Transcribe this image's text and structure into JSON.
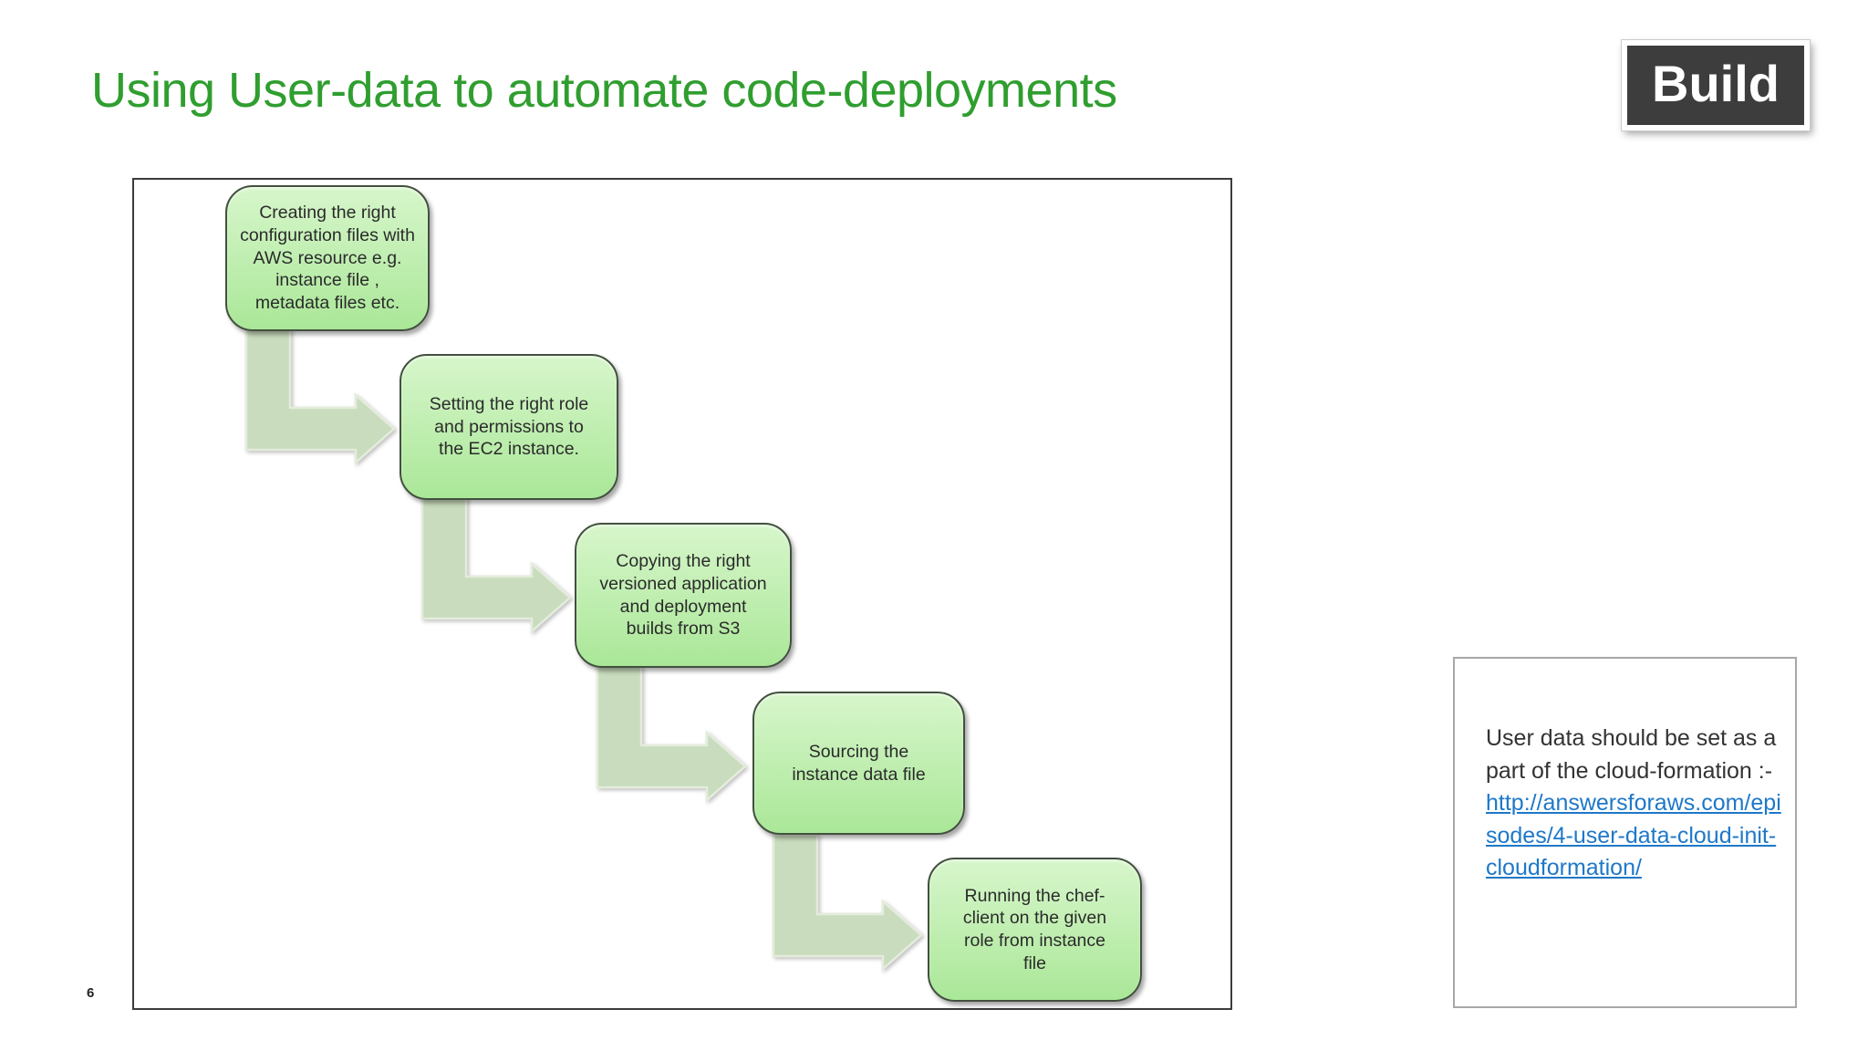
{
  "slide": {
    "title": "Using User-data to automate code-deployments",
    "page_number": "6",
    "logo_text": "Build"
  },
  "flowchart": {
    "steps": [
      {
        "label": "Creating the right configuration files with AWS resource e.g. instance file , metadata files etc."
      },
      {
        "label": "Setting the right role and permissions to the EC2 instance."
      },
      {
        "label": "Copying the right versioned application and deployment builds from S3"
      },
      {
        "label": "Sourcing the instance data file"
      },
      {
        "label": "Running the chef-client on the given role from instance file"
      }
    ]
  },
  "note_panel": {
    "text": "User data should be set as a part of the cloud-formation :-",
    "link_text": "http://answersforaws.com/episodes/4-user-data-cloud-init-cloudformation/"
  },
  "colors": {
    "title_green": "#2f9e2f",
    "box_gradient_top": "#d7f6cb",
    "box_gradient_bottom": "#aae798",
    "box_border": "#42503f",
    "arrow_fill": "#c9dcbd",
    "arrow_stroke": "#e4ecdc",
    "container_border": "#3c3c3c",
    "panel_border": "#a8a8a8",
    "link_blue": "#1e78c8",
    "text_dark": "#2b2b2b",
    "logo_bg": "#3d3d3d",
    "logo_text_color": "#ffffff"
  }
}
